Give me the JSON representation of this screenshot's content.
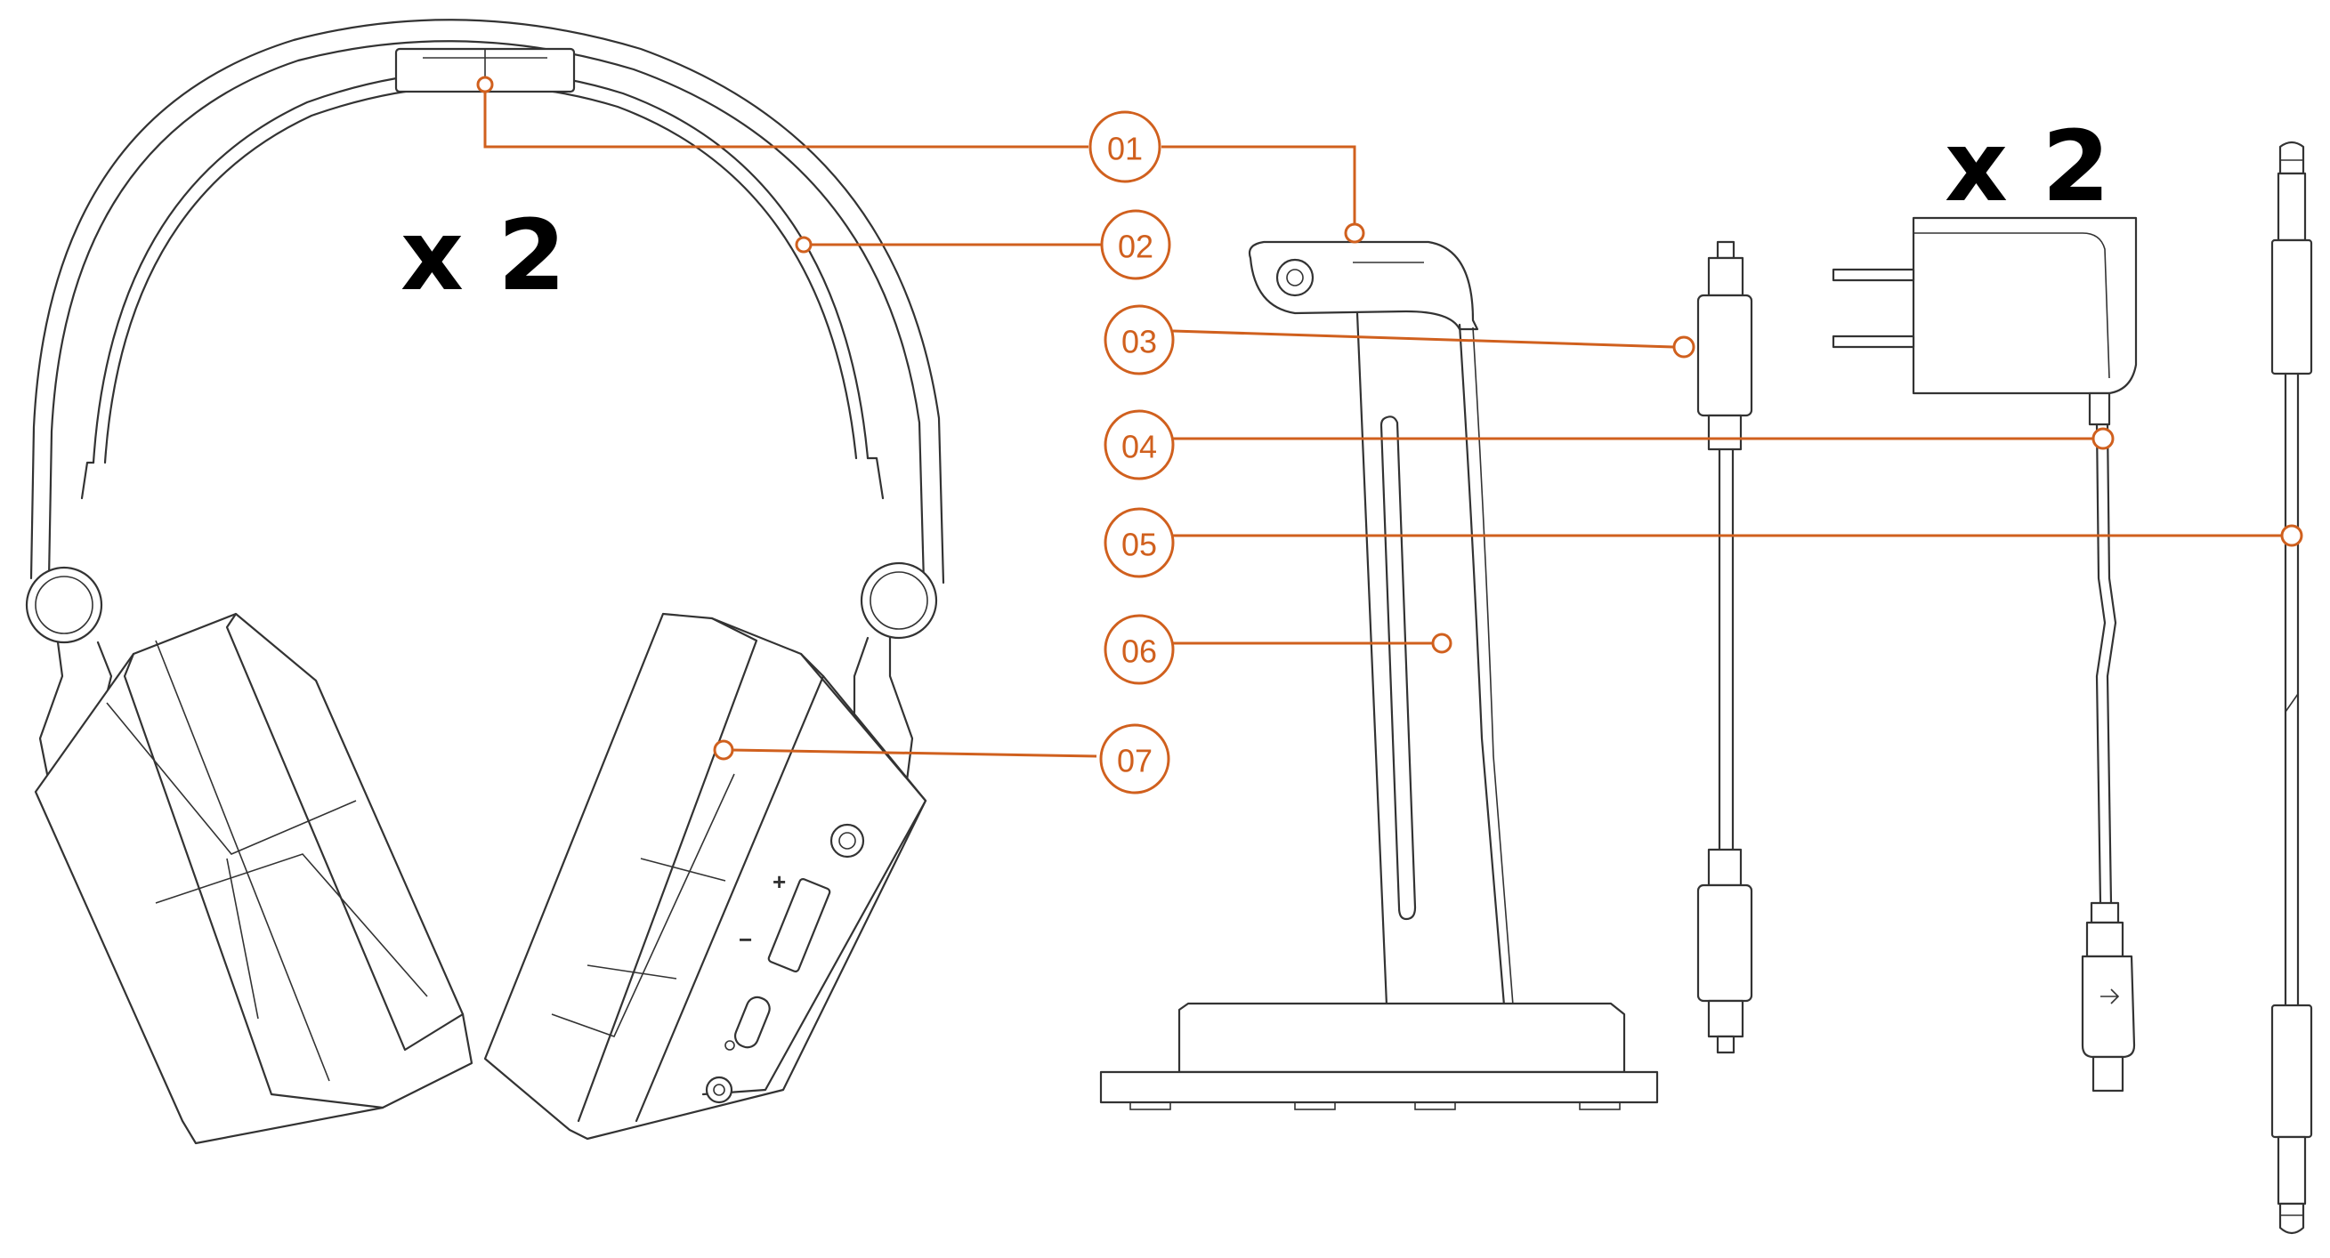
{
  "quantities": {
    "headset": "x 2",
    "adapter": "x 2"
  },
  "callouts": [
    {
      "id": "01",
      "label": "01"
    },
    {
      "id": "02",
      "label": "02"
    },
    {
      "id": "03",
      "label": "03"
    },
    {
      "id": "04",
      "label": "04"
    },
    {
      "id": "05",
      "label": "05"
    },
    {
      "id": "06",
      "label": "06"
    },
    {
      "id": "07",
      "label": "07"
    }
  ],
  "control_marks": {
    "plus": "+",
    "minus": "−"
  },
  "colors": {
    "callout": "#d0601e",
    "linework": "#333333",
    "quantity_text": "#000000"
  }
}
